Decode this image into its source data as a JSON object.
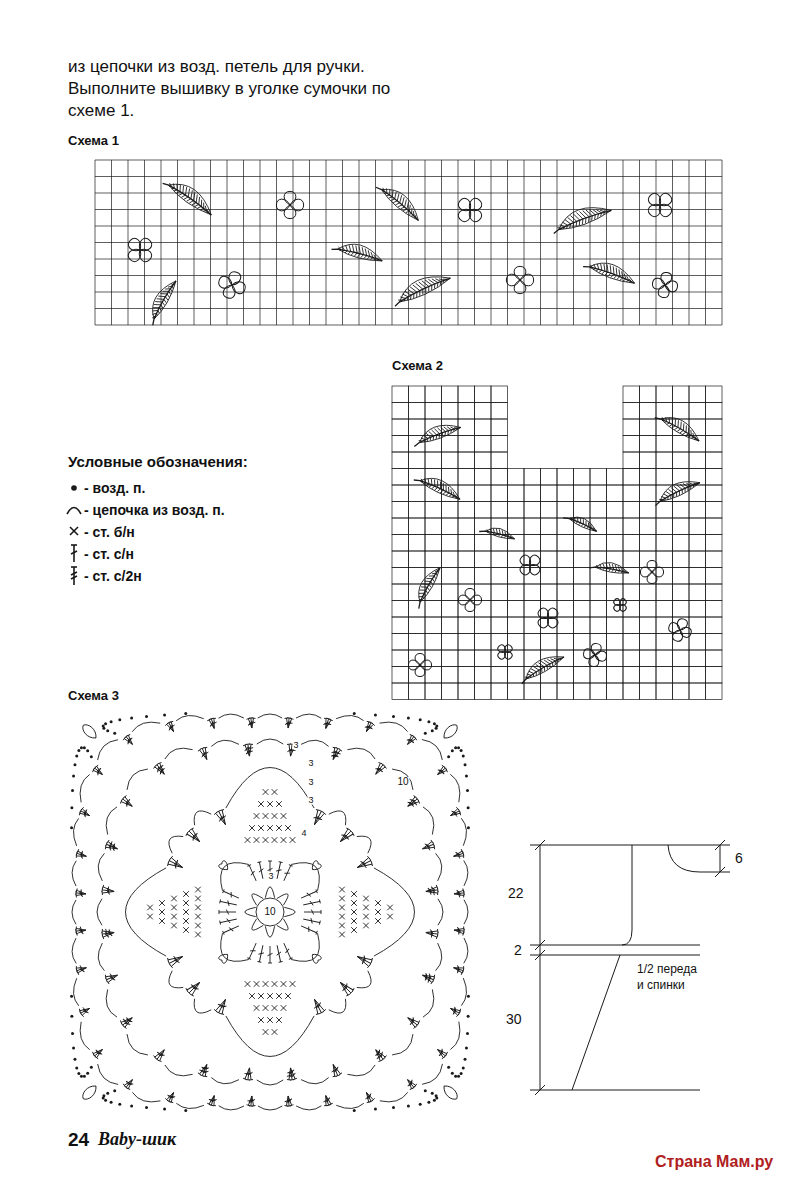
{
  "diagram": {
    "labels": [
      "из цепочки из возд. петель для ручки. Выполните вышивку в уголке сумочки по схеме 1.",
      "Схема 1",
      "Схема 2",
      "Условные обозначения:",
      "Схема 3",
      "3",
      "3",
      "3",
      "3",
      "4",
      "10",
      "3",
      "10",
      "22",
      "2",
      "30",
      "6",
      "1/2 переда и спинки",
      "24",
      "Baby-шик",
      "Страна Мам.ру"
    ],
    "legend": [
      {
        "text": "- возд. п."
      },
      {
        "text": "- цепочка из возд. п."
      },
      {
        "text": "- ст. б/н"
      },
      {
        "text": "- ст. с/н"
      },
      {
        "text": "- ст. с/2н"
      }
    ]
  }
}
